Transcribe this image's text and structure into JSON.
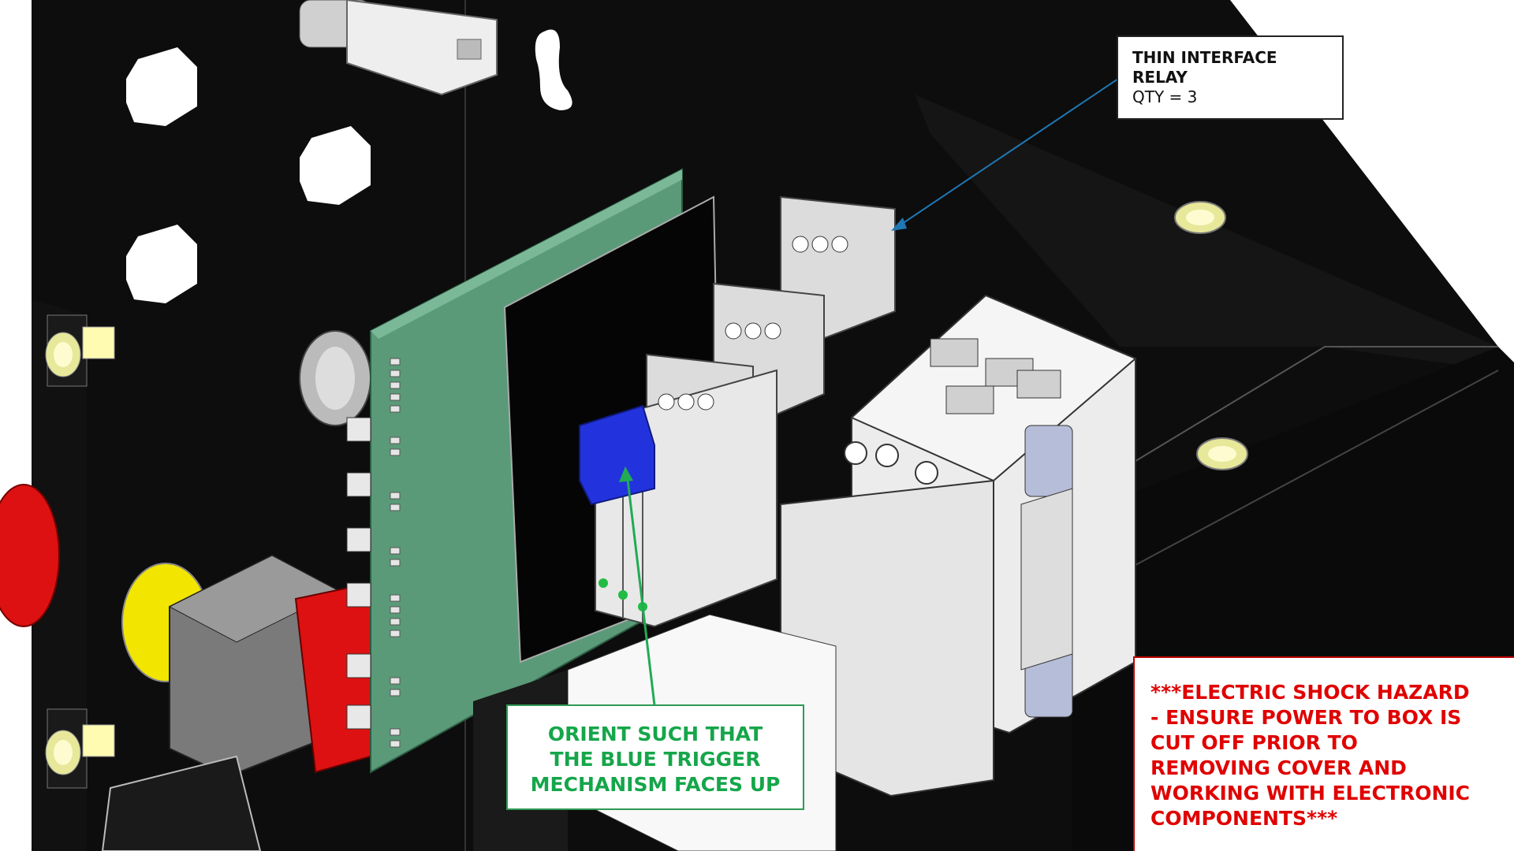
{
  "callouts": {
    "relay": {
      "title_line1": "THIN INTERFACE",
      "title_line2": "RELAY",
      "qty": "QTY = 3"
    },
    "orient": {
      "line1": "ORIENT SUCH THAT",
      "line2": "THE BLUE TRIGGER",
      "line3": "MECHANISM FACES UP"
    },
    "hazard": {
      "line1": "***ELECTRIC SHOCK HAZARD",
      "line2": "- ENSURE POWER TO BOX IS",
      "line3": "CUT OFF PRIOR TO",
      "line4": "REMOVING COVER AND",
      "line5": "WORKING WITH ELECTRONIC",
      "line6": "COMPONENTS***"
    }
  },
  "colors": {
    "enclosure": "#0c0c0c",
    "pcb": "#5a9a78",
    "relay_body": "#e4e4e4",
    "trigger": "#2233dd",
    "estop_red": "#dd1111",
    "estop_yellow": "#f2e600",
    "standoff": "#e7e89a",
    "relay_leader": "#1f77b4",
    "orient_leader": "#22aa55",
    "hazard_text": "#e00000"
  }
}
